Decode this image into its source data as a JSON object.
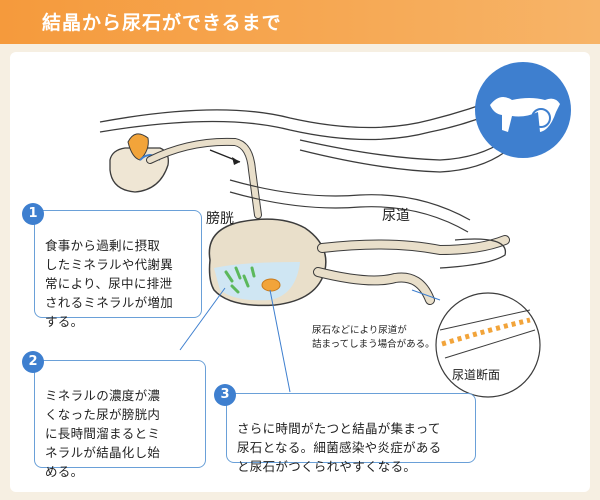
{
  "header": {
    "title": "結晶から尿石ができるまで"
  },
  "labels": {
    "bladder": "膀胱",
    "urethra": "尿道",
    "urethra_section": "尿道断面",
    "blockage_note": "尿石などにより尿道が\n詰まってしまう場合がある。"
  },
  "steps": [
    {
      "number": "1",
      "text": "食事から過剰に摂取\nしたミネラルや代謝異\n常により、尿中に排泄\nされるミネラルが増加\nする。"
    },
    {
      "number": "2",
      "text": "ミネラルの濃度が濃\nくなった尿が膀胱内\nに長時間溜まるとミ\nネラルが結晶化し始\nめる。"
    },
    {
      "number": "3",
      "text": "さらに時間がたつと結晶が集まって\n尿石となる。細菌感染や炎症がある\nと尿石がつくられやすくなる。"
    }
  ],
  "icons": {
    "dog": "dog-icon"
  },
  "colors": {
    "header_orange": "#f59a3c",
    "accent_blue": "#3e7fcf",
    "organ_tan": "#e9dfca",
    "urine_blue": "#cfe6f3",
    "crystal_green": "#5cb85c",
    "stone_orange": "#f2a43a"
  }
}
